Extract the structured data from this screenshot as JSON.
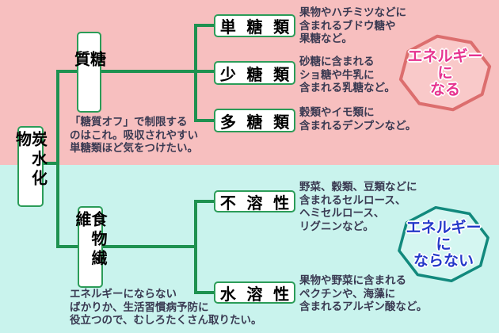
{
  "palette": {
    "sugar_bg": "#f7bfbf",
    "fiber_bg": "#c9f3ed",
    "connector_green": "#1e9150",
    "node_border_green": "#2b9c58",
    "desc_text": "#3a3a52",
    "energy_badge_border": "#dc6e6e",
    "energy_badge_fill": "#f9c9c9",
    "energy_badge_text": "#e6338f",
    "no_energy_badge_border": "#12897d",
    "no_energy_badge_fill": "#d4f6f1",
    "no_energy_badge_text": "#2437c9"
  },
  "root": {
    "label": "炭水化物"
  },
  "sugar": {
    "label": "糖質",
    "note": "「糖質オフ」で制限する\nのはこれ。吸収されやすい\n単糖類ほど気をつけたい。",
    "children": [
      {
        "label": "単糖類",
        "desc": "果物やハチミツなどに\n含まれるブドウ糖や\n果糖など。"
      },
      {
        "label": "少糖類",
        "desc": "砂糖に含まれる\nショ糖や牛乳に\n含まれる乳糖など。"
      },
      {
        "label": "多糖類",
        "desc": "穀類やイモ類に\n含まれるデンプンなど。"
      }
    ],
    "badge": {
      "text": "エネルギー\nに\nなる"
    }
  },
  "fiber": {
    "label": "食物繊維",
    "note": "エネルギーにならない\nばかりか、生活習慣病予防に\n役立つので、むしろたくさん取りたい。",
    "children": [
      {
        "label": "不溶性",
        "desc": "野菜、穀類、豆類などに\n含まれるセルロース、\nヘミセルロース、\nリグニンなど。"
      },
      {
        "label": "水溶性",
        "desc": "果物や野菜に含まれる\nペクチンや、海藻に\n含まれるアルギン酸など。"
      }
    ],
    "badge": {
      "text": "エネルギー\nに\nならない"
    }
  }
}
